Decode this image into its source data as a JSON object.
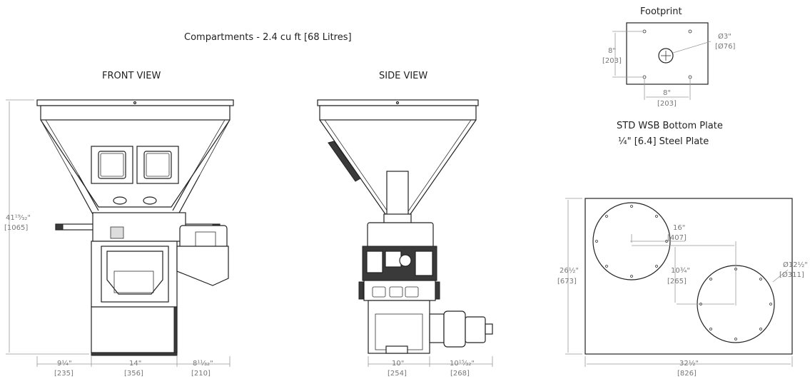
{
  "header": {
    "compartments": "Compartments  - 2.4 cu ft [68 Litres]"
  },
  "front_view": {
    "title": "FRONT VIEW",
    "height_in": "41¹⁹⁄₃₂\"",
    "height_mm": "[1065]",
    "dim_left_in": "9¼\"",
    "dim_left_mm": "[235]",
    "dim_mid_in": "14\"",
    "dim_mid_mm": "[356]",
    "dim_right_in": "8¹¹⁄₃₂\"",
    "dim_right_mm": "[210]"
  },
  "side_view": {
    "title": "SIDE VIEW",
    "dim_left_in": "10\"",
    "dim_left_mm": "[254]",
    "dim_right_in": "10¹⁵⁄₃₂\"",
    "dim_right_mm": "[268]"
  },
  "footprint": {
    "title": "Footprint",
    "hole_dia_in": "Ø3\"",
    "hole_dia_mm": "[Ø76]",
    "height_in": "8\"",
    "height_mm": "[203]",
    "width_in": "8\"",
    "width_mm": "[203]"
  },
  "bottom_plate": {
    "title": "STD WSB Bottom Plate",
    "subtitle": "¼\" [6.4] Steel Plate",
    "height_in": "26½\"",
    "height_mm": "[673]",
    "width_in": "32½\"",
    "width_mm": "[826]",
    "offset_x_in": "16\"",
    "offset_x_mm": "[407]",
    "offset_y_in": "10¾\"",
    "offset_y_mm": "[265]",
    "hole_dia_in": "Ø12½\"",
    "hole_dia_mm": "[Ø311]"
  },
  "colors": {
    "line": "#222222",
    "dimension": "#777777",
    "dark_part": "#3a3a3a"
  }
}
